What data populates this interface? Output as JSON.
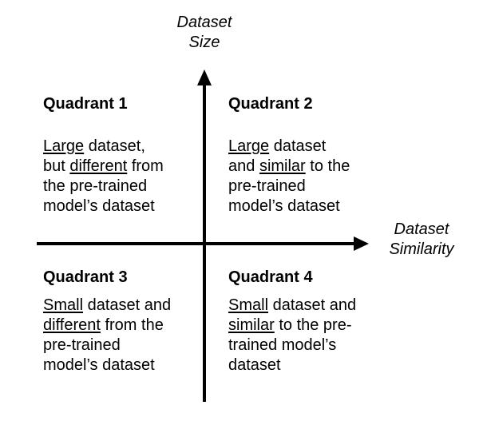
{
  "diagram": {
    "colors": {
      "ink": "#000000",
      "background": "#ffffff"
    },
    "y_axis_label": {
      "line1": "Dataset",
      "line2": "Size"
    },
    "x_axis_label": {
      "line1": "Dataset",
      "line2": "Similarity"
    },
    "quadrants": {
      "q1": {
        "title": "Quadrant 1",
        "lines": [
          [
            {
              "t": "Large",
              "u": true
            },
            {
              "t": " dataset,",
              "u": false
            }
          ],
          [
            {
              "t": "but ",
              "u": false
            },
            {
              "t": "different",
              "u": true
            },
            {
              "t": " from",
              "u": false
            }
          ],
          [
            {
              "t": "the pre-trained",
              "u": false
            }
          ],
          [
            {
              "t": "model’s dataset",
              "u": false
            }
          ]
        ]
      },
      "q2": {
        "title": "Quadrant 2",
        "lines": [
          [
            {
              "t": "Large",
              "u": true
            },
            {
              "t": " dataset",
              "u": false
            }
          ],
          [
            {
              "t": "and ",
              "u": false
            },
            {
              "t": "similar",
              "u": true
            },
            {
              "t": " to the",
              "u": false
            }
          ],
          [
            {
              "t": "pre-trained",
              "u": false
            }
          ],
          [
            {
              "t": "model’s dataset",
              "u": false
            }
          ]
        ]
      },
      "q3": {
        "title": "Quadrant 3",
        "lines": [
          [
            {
              "t": "Small",
              "u": true
            },
            {
              "t": " dataset and",
              "u": false
            }
          ],
          [
            {
              "t": "different",
              "u": true
            },
            {
              "t": " from the",
              "u": false
            }
          ],
          [
            {
              "t": "pre-trained",
              "u": false
            }
          ],
          [
            {
              "t": "model’s dataset",
              "u": false
            }
          ]
        ]
      },
      "q4": {
        "title": "Quadrant 4",
        "lines": [
          [
            {
              "t": "Small",
              "u": true
            },
            {
              "t": " dataset and",
              "u": false
            }
          ],
          [
            {
              "t": "similar",
              "u": true
            },
            {
              "t": " to the pre-",
              "u": false
            }
          ],
          [
            {
              "t": "trained model’s",
              "u": false
            }
          ],
          [
            {
              "t": "dataset",
              "u": false
            }
          ]
        ]
      }
    }
  }
}
